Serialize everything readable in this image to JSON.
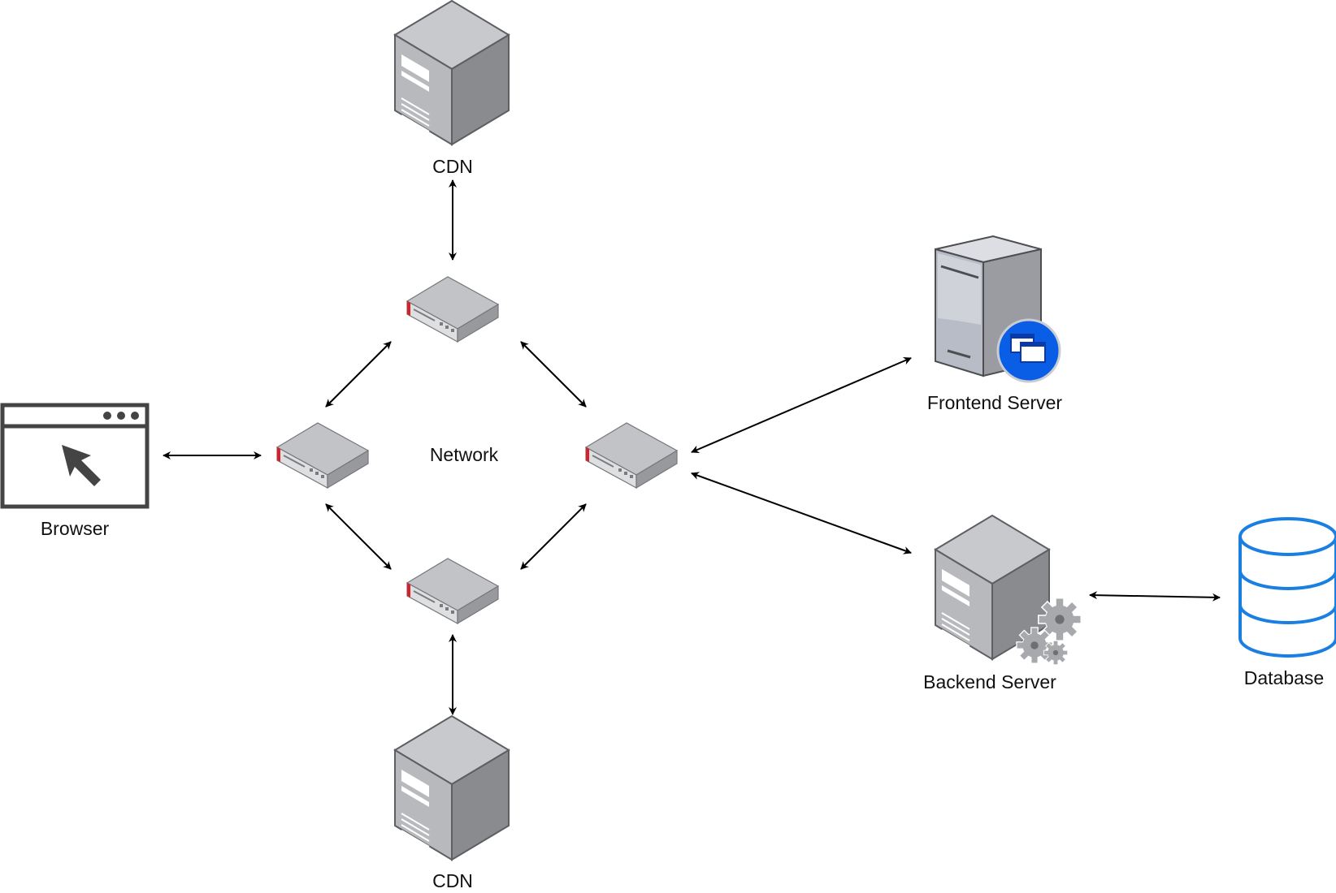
{
  "labels": {
    "cdn_top": "CDN",
    "cdn_bottom": "CDN",
    "browser": "Browser",
    "network": "Network",
    "frontend_server": "Frontend Server",
    "backend_server": "Backend Server",
    "database": "Database"
  },
  "icons": {
    "cdn": "tower-server-icon",
    "router": "router-icon",
    "browser": "browser-window-icon",
    "frontend": "web-server-icon",
    "backend": "application-server-icon",
    "database": "database-icon"
  },
  "colors": {
    "arrow": "#000000",
    "server_gray": "#8a8b8f",
    "router_accent": "#d9202a",
    "frontend_badge": "#0a5ee6",
    "database_stroke": "#1a7fe0",
    "browser_stroke": "#444444"
  }
}
